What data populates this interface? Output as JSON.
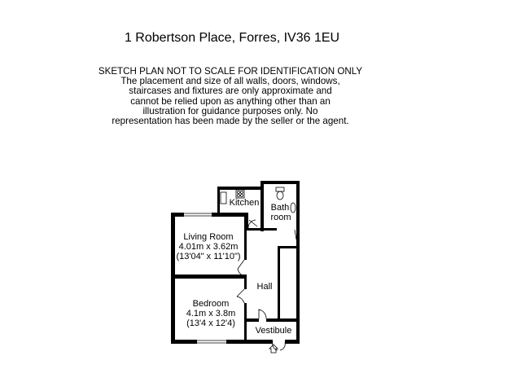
{
  "header": {
    "address": "1 Robertson Place, Forres, IV36 1EU",
    "disclaimer_lines": [
      "SKETCH PLAN NOT TO SCALE FOR IDENTIFICATION ONLY",
      "The placement and size of all walls, doors, windows,",
      "staircases and fixtures are only approximate and",
      "cannot be relied upon as anything other than an",
      "illustration for guidance purposes only.  No",
      "representation has been made by the seller or the agent."
    ]
  },
  "rooms": {
    "kitchen": {
      "name": "Kitchen"
    },
    "bathroom": {
      "name_line1": "Bath",
      "name_line2": "room"
    },
    "living_room": {
      "name": "Living Room",
      "metric": "4.01m x 3.62m",
      "imperial": "(13'04\" x 11'10\")"
    },
    "bedroom": {
      "name": "Bedroom",
      "metric": "4.1m x 3.8m",
      "imperial": "(13'4 x 12'4)"
    },
    "hall": {
      "name": "Hall"
    },
    "vestibule": {
      "name": "Vestibule"
    }
  }
}
